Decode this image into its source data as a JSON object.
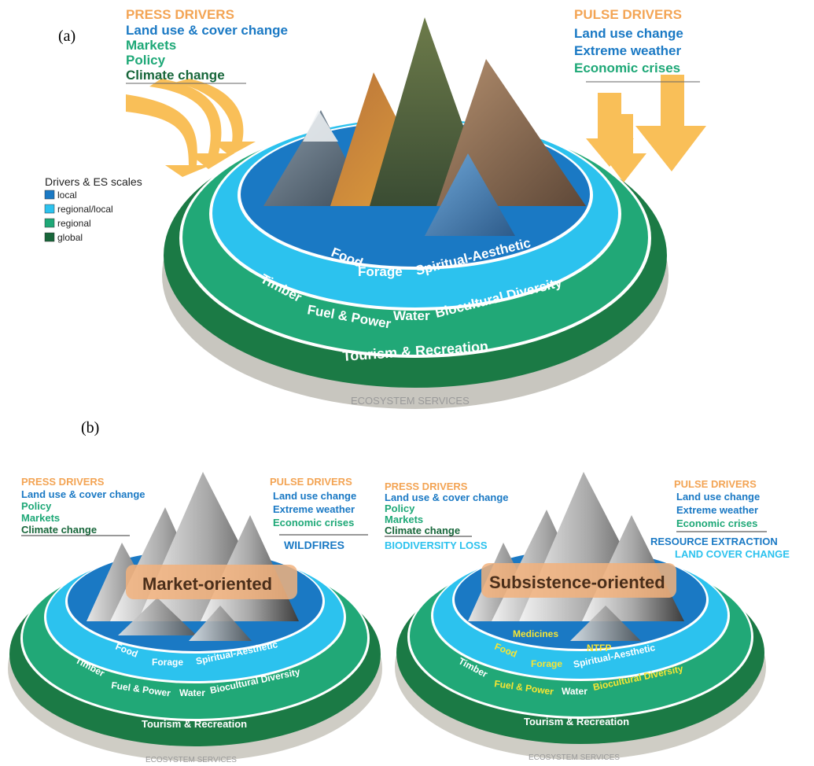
{
  "panel_a": {
    "label": "(a)",
    "press": {
      "title": "PRESS DRIVERS",
      "items": [
        "Land use & cover change",
        "Markets",
        "Policy",
        "Climate change"
      ]
    },
    "pulse": {
      "title": "PULSE DRIVERS",
      "items": [
        "Land use change",
        "Extreme weather",
        "Economic crises"
      ]
    },
    "legend": {
      "title": "Drivers & ES scales",
      "items": [
        {
          "label": "local",
          "color": "#1a79c4"
        },
        {
          "label": "regional/local",
          "color": "#2cc2ee"
        },
        {
          "label": "regional",
          "color": "#1ea877"
        },
        {
          "label": "global",
          "color": "#17663a"
        }
      ]
    },
    "services_inner": [
      "Food",
      "Forage",
      "Spiritual-Aesthetic"
    ],
    "services_mid": [
      "Timber",
      "Fuel & Power",
      "Water",
      "Biocultural Diversity"
    ],
    "services_outer": "Tourism & Recreation",
    "base": "ECOSYSTEM SERVICES"
  },
  "panel_b": {
    "label": "(b)",
    "left": {
      "press": {
        "title": "PRESS DRIVERS",
        "items": [
          "Land use & cover change",
          "Policy",
          "Markets",
          "Climate change"
        ]
      },
      "pulse": {
        "title": "PULSE DRIVERS",
        "items": [
          "Land use change",
          "Extreme weather",
          "Economic crises"
        ]
      },
      "extra": "WILDFIRES",
      "name": "Market-oriented",
      "services_inner": [
        "Food",
        "Forage",
        "Spiritual-Aesthetic"
      ],
      "services_mid": [
        "Timber",
        "Fuel & Power",
        "Water",
        "Biocultural Diversity"
      ],
      "services_outer": "Tourism & Recreation",
      "base": "ECOSYSTEM SERVICES"
    },
    "right": {
      "press": {
        "title": "PRESS DRIVERS",
        "items": [
          "Land use & cover change",
          "Policy",
          "Markets",
          "Climate change"
        ]
      },
      "pulse": {
        "title": "PULSE DRIVERS",
        "items": [
          "Land use change",
          "Extreme weather",
          "Economic crises"
        ]
      },
      "extra_left": "BIODIVERSITY LOSS",
      "extra_right": [
        "RESOURCE EXTRACTION",
        "LAND COVER CHANGE"
      ],
      "name": "Subsistence-oriented",
      "services_top": [
        "Medicines",
        "NTFP"
      ],
      "services_inner": [
        "Food",
        "Forage",
        "Spiritual-Aesthetic"
      ],
      "services_mid": [
        "Timber",
        "Fuel & Power",
        "Water",
        "Biocultural Diversity"
      ],
      "services_outer": "Tourism & Recreation",
      "base": "ECOSYSTEM SERVICES"
    }
  },
  "colors": {
    "press_title": "#f3a454",
    "local_blue": "#1a79c4",
    "regional_local": "#2cc2ee",
    "regional_green": "#1ea877",
    "global_green": "#17663a",
    "arrow": "#f9b43c",
    "highlight_yellow": "#f7e533",
    "name_box": "#f2b27d"
  }
}
